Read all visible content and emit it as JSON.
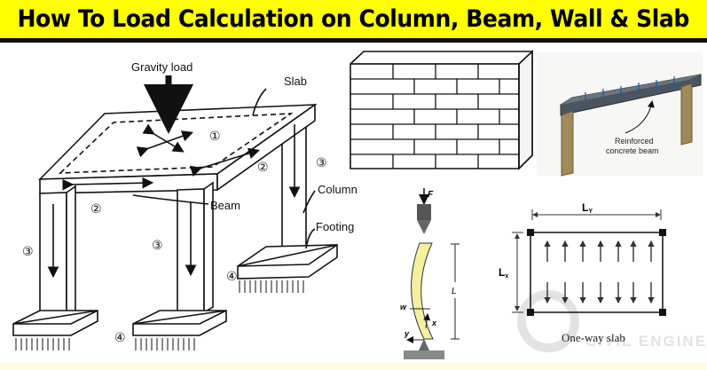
{
  "title": "How To Load Calculation on Column, Beam, Wall & Slab",
  "colors": {
    "title_bg": "#ffff00",
    "title_text": "#000000",
    "beam": "#4a5560",
    "column_wood": "#a08a5a",
    "deflected_column": "#f3f0a0"
  },
  "frame_diagram": {
    "gravity_load": "Gravity load",
    "slab": "Slab",
    "beam": "Beam",
    "column": "Column",
    "footing": "Footing",
    "markers": [
      "①",
      "②",
      "②",
      "③",
      "③",
      "③",
      "④",
      "④"
    ]
  },
  "beam_photo": {
    "label_line1": "Reinforced",
    "label_line2": "concrete beam"
  },
  "column_diagram": {
    "force": "F",
    "length": "L",
    "width": "w",
    "x_axis": "x",
    "y_axis": "y"
  },
  "slab_diagram": {
    "ly": "L",
    "ly_sub": "Y",
    "lx": "L",
    "lx_sub": "x",
    "caption": "One-way slab"
  },
  "watermark": {
    "text": "CIVIL ENGINEERING"
  }
}
